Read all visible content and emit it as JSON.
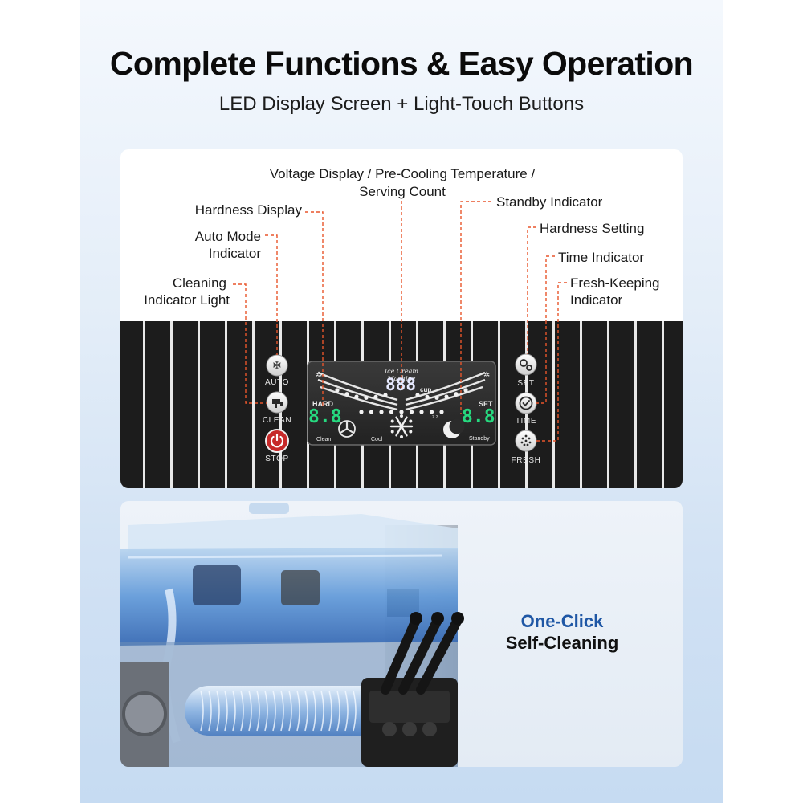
{
  "header": {
    "title": "Complete Functions & Easy Operation",
    "subtitle": "LED Display Screen + Light-Touch Buttons"
  },
  "callouts": {
    "voltage_line1": "Voltage Display / Pre-Cooling Temperature /",
    "voltage_line2": "Serving Count",
    "hardness_display": "Hardness Display",
    "auto_mode_line1": "Auto Mode",
    "auto_mode_line2": "Indicator",
    "cleaning_line1": "Cleaning",
    "cleaning_line2": "Indicator Light",
    "standby": "Standby Indicator",
    "hardness_setting": "Hardness Setting",
    "time_indicator": "Time Indicator",
    "fresh_line1": "Fresh-Keeping",
    "fresh_line2": "Indicator"
  },
  "display": {
    "brand": "Ice Cream Machine",
    "main_digits": "888",
    "unit": "cup",
    "hard_label": "HARD",
    "hard_digits": "8.8",
    "set_label": "SET",
    "set_digits": "8.8",
    "clean_label": "Clean",
    "cool_label": "Cool",
    "standby_label": "Standby",
    "sleep_text": "z z",
    "accent_color": "#26d97f",
    "segment_color": "#e6e9ff"
  },
  "buttons": {
    "auto": {
      "label": "AUTO",
      "icon": "snowflake-icon"
    },
    "clean": {
      "label": "CLEAN",
      "icon": "faucet-icon"
    },
    "stop": {
      "label": "STOP",
      "icon": "power-icon"
    },
    "set": {
      "label": "SET",
      "icon": "gears-icon"
    },
    "time": {
      "label": "TIME",
      "icon": "check-clock-icon"
    },
    "fresh": {
      "label": "FRESH",
      "icon": "fresh-sparkle-icon"
    }
  },
  "feature": {
    "line1": "One-Click",
    "line2": "Self-Cleaning",
    "accent_color": "#1f57a5"
  },
  "colors": {
    "callout_line": "#e8552b",
    "panel_dark": "#1b1b1b",
    "stop_button": "#c72a2a"
  }
}
